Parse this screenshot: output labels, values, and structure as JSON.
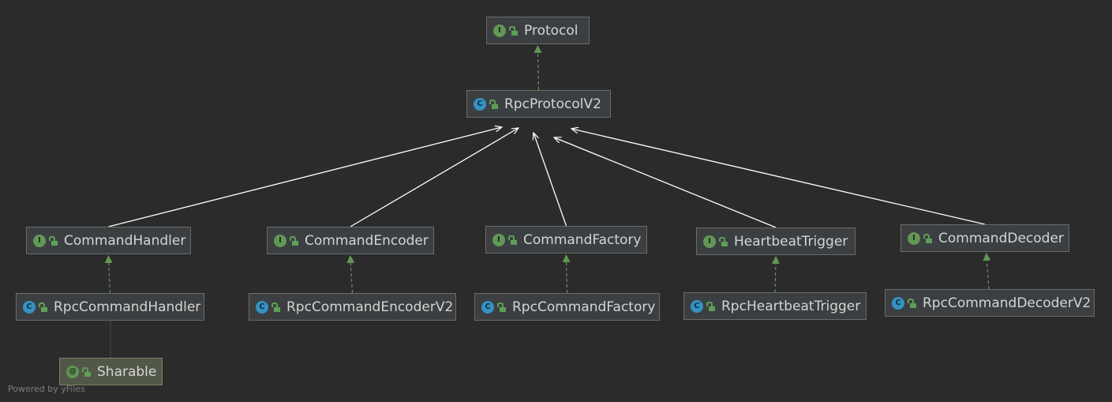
{
  "nodes": [
    {
      "id": "protocol",
      "label": "Protocol",
      "kind": "interface",
      "kind_letter": "I"
    },
    {
      "id": "rpcprotocolv2",
      "label": "RpcProtocolV2",
      "kind": "class",
      "kind_letter": "C"
    },
    {
      "id": "commandhandler",
      "label": "CommandHandler",
      "kind": "interface",
      "kind_letter": "I"
    },
    {
      "id": "commandencoder",
      "label": "CommandEncoder",
      "kind": "interface",
      "kind_letter": "I"
    },
    {
      "id": "commandfactory",
      "label": "CommandFactory",
      "kind": "interface",
      "kind_letter": "I"
    },
    {
      "id": "heartbeattrigger",
      "label": "HeartbeatTrigger",
      "kind": "interface",
      "kind_letter": "I"
    },
    {
      "id": "commanddecoder",
      "label": "CommandDecoder",
      "kind": "interface",
      "kind_letter": "I"
    },
    {
      "id": "rpccommandhandler",
      "label": "RpcCommandHandler",
      "kind": "class",
      "kind_letter": "C"
    },
    {
      "id": "rpccommandencoderv2",
      "label": "RpcCommandEncoderV2",
      "kind": "class",
      "kind_letter": "C"
    },
    {
      "id": "rpccommandfactory",
      "label": "RpcCommandFactory",
      "kind": "class",
      "kind_letter": "C"
    },
    {
      "id": "rpcheartbeattrigger",
      "label": "RpcHeartbeatTrigger",
      "kind": "class",
      "kind_letter": "C"
    },
    {
      "id": "rpccommanddecoderv2",
      "label": "RpcCommandDecoderV2",
      "kind": "class",
      "kind_letter": "C"
    },
    {
      "id": "sharable",
      "label": "Sharable",
      "kind": "annotation",
      "kind_letter": "@"
    }
  ],
  "edges": [
    {
      "from": "rpcprotocolv2",
      "to": "protocol",
      "type": "implements"
    },
    {
      "from": "commandhandler",
      "to": "rpcprotocolv2",
      "type": "association"
    },
    {
      "from": "commandencoder",
      "to": "rpcprotocolv2",
      "type": "association"
    },
    {
      "from": "commandfactory",
      "to": "rpcprotocolv2",
      "type": "association"
    },
    {
      "from": "heartbeattrigger",
      "to": "rpcprotocolv2",
      "type": "association"
    },
    {
      "from": "commanddecoder",
      "to": "rpcprotocolv2",
      "type": "association"
    },
    {
      "from": "rpccommandhandler",
      "to": "commandhandler",
      "type": "implements"
    },
    {
      "from": "rpccommandencoderv2",
      "to": "commandencoder",
      "type": "implements"
    },
    {
      "from": "rpccommandfactory",
      "to": "commandfactory",
      "type": "implements"
    },
    {
      "from": "rpcheartbeattrigger",
      "to": "heartbeattrigger",
      "type": "implements"
    },
    {
      "from": "rpccommanddecoderv2",
      "to": "commanddecoder",
      "type": "implements"
    },
    {
      "from": "sharable",
      "to": "rpccommandhandler",
      "type": "annotated"
    }
  ],
  "footer": "Powered by yFiles",
  "colors": {
    "background": "#2b2b2b",
    "implements_edge": "#629755",
    "association_edge": "#ffffff",
    "annotation_edge": "#6f8f6a",
    "interface_badge": "#629755",
    "class_badge": "#3592c4"
  }
}
